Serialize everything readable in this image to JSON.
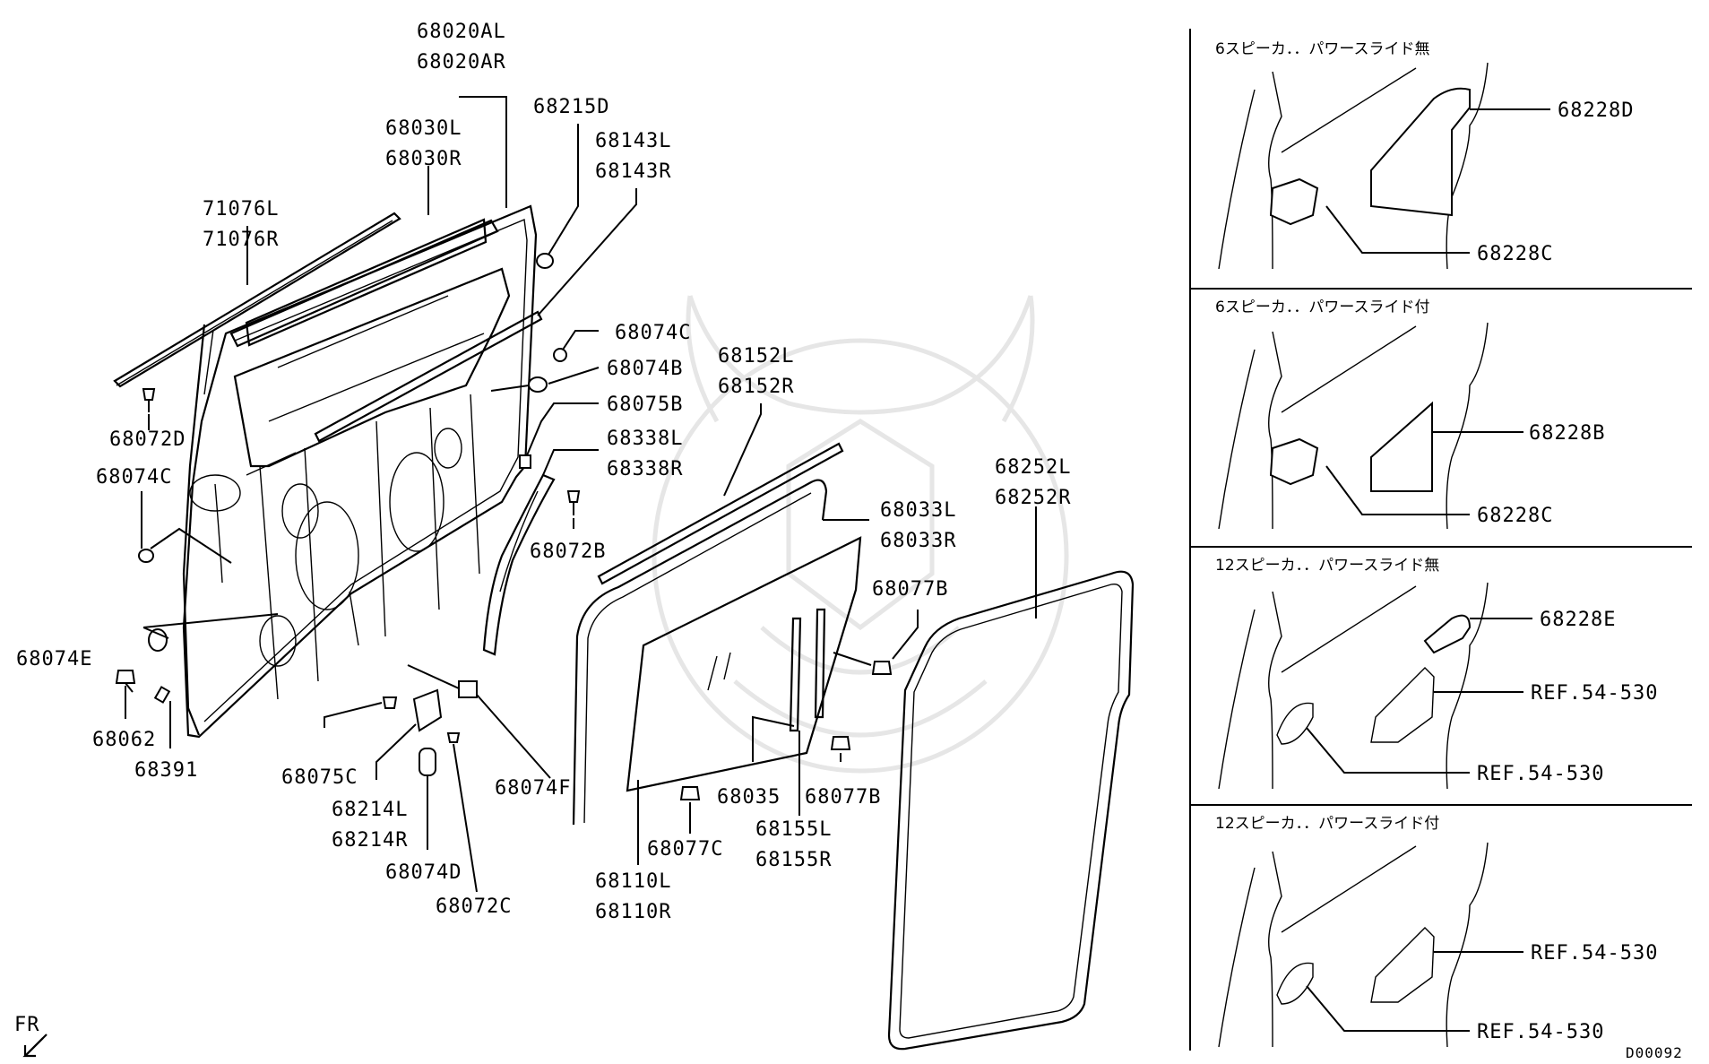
{
  "labels": {
    "p68020AL": "68020AL",
    "p68020AR": "68020AR",
    "p68215D": "68215D",
    "p68030L": "68030L",
    "p68030R": "68030R",
    "p68143L": "68143L",
    "p68143R": "68143R",
    "p71076L": "71076L",
    "p71076R": "71076R",
    "p68074C_a": "68074C",
    "p68074B": "68074B",
    "p68152L": "68152L",
    "p68152R": "68152R",
    "p68075B": "68075B",
    "p68338L": "68338L",
    "p68338R": "68338R",
    "p68072D": "68072D",
    "p68074C_b": "68074C",
    "p68072B": "68072B",
    "p68252L": "68252L",
    "p68252R": "68252R",
    "p68033L": "68033L",
    "p68033R": "68033R",
    "p68077B_a": "68077B",
    "p68074E": "68074E",
    "p68062": "68062",
    "p68391": "68391",
    "p68075C": "68075C",
    "p68214L": "68214L",
    "p68214R": "68214R",
    "p68074D": "68074D",
    "p68072C": "68072C",
    "p68074F": "68074F",
    "p68035": "68035",
    "p68077B_b": "68077B",
    "p68155L": "68155L",
    "p68155R": "68155R",
    "p68077C": "68077C",
    "p68110L": "68110L",
    "p68110R": "68110R",
    "fr": "FR"
  },
  "variants": [
    {
      "header": "6スピーカ．．パワースライド無",
      "labels": [
        "68228D",
        "68228C"
      ]
    },
    {
      "header": "6スピーカ．．パワースライド付",
      "labels": [
        "68228B",
        "68228C"
      ]
    },
    {
      "header": "12スピーカ．．パワースライド無",
      "labels": [
        "68228E",
        "REF.54-530",
        "REF.54-530"
      ]
    },
    {
      "header": "12スピーカ．．パワースライド付",
      "labels": [
        "REF.54-530",
        "REF.54-530"
      ]
    }
  ],
  "diagram_code": "D00092"
}
